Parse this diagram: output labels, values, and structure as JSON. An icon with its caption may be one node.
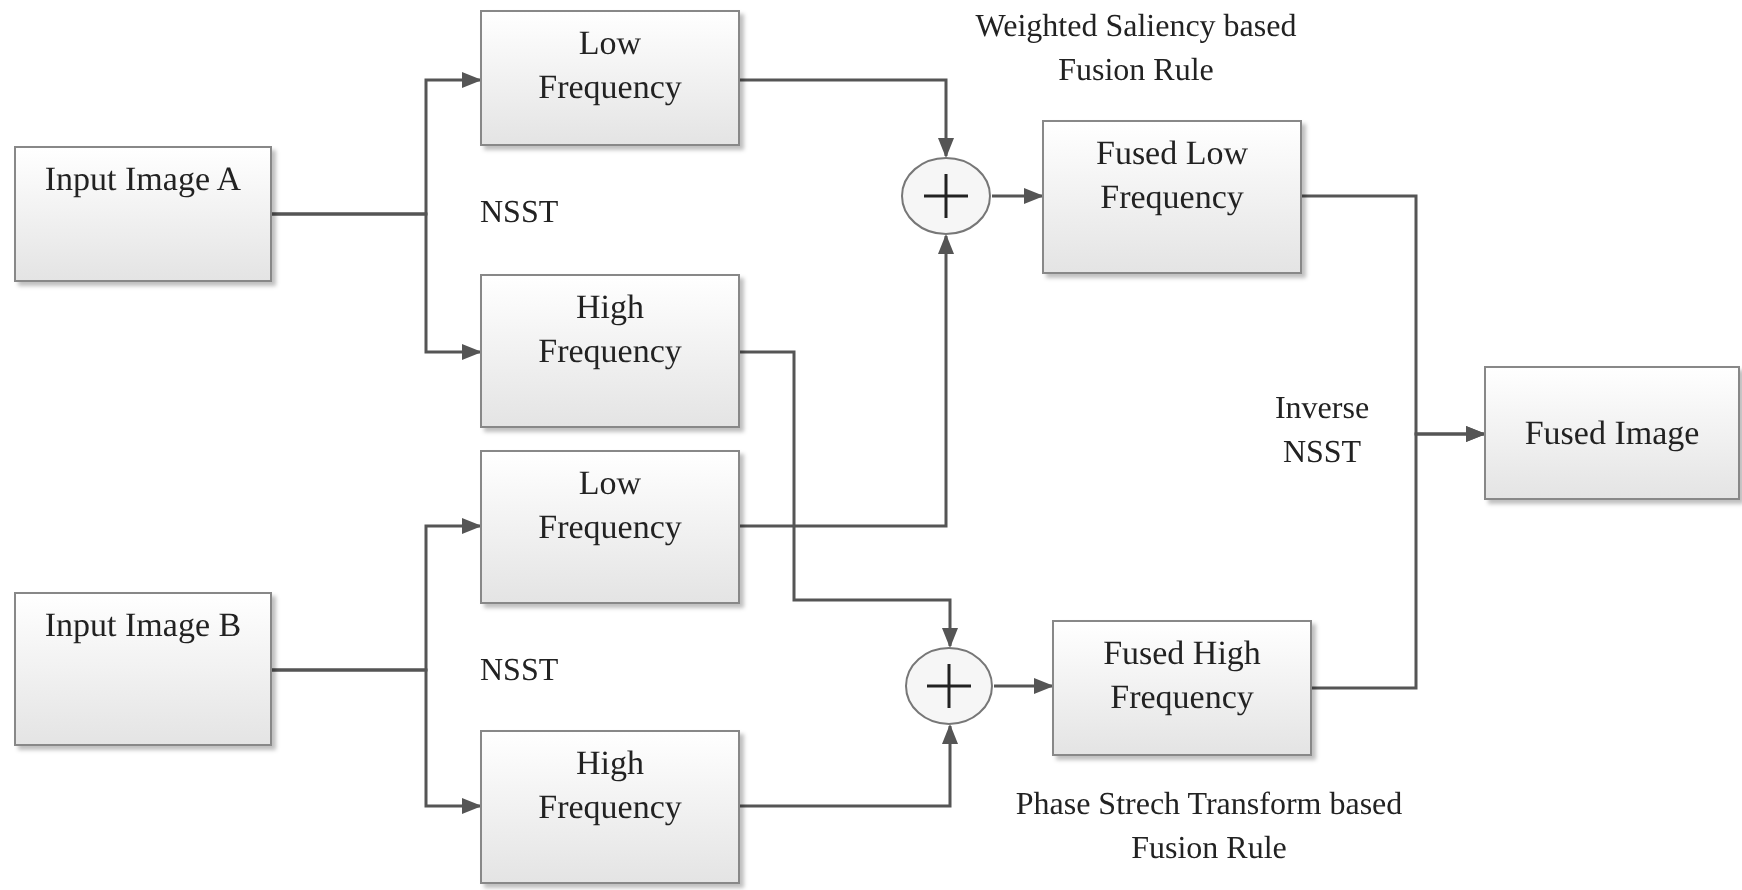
{
  "diagram": {
    "nodes": [
      {
        "text": [
          "Input Image A"
        ]
      },
      {
        "text": [
          "Low Frequency"
        ]
      },
      {
        "text": [
          "High Frequency"
        ]
      },
      {
        "text": [
          "Input Image B"
        ]
      },
      {
        "text": [
          "Low Frequency"
        ]
      },
      {
        "text": [
          "High Frequency"
        ]
      },
      {
        "text": [],
        "shape": "circle"
      },
      {
        "text": [
          "Fused Low Frequency"
        ]
      },
      {
        "text": [],
        "shape": "circle"
      },
      {
        "text": [
          "Fused High Frequency"
        ]
      },
      {
        "text": [
          "Fused Image"
        ]
      }
    ],
    "edges": [
      {
        "from": 0,
        "to": 1,
        "arrow": "to"
      },
      {
        "from": 0,
        "to": 2,
        "arrow": "to"
      },
      {
        "from": 3,
        "to": 4,
        "arrow": "to"
      },
      {
        "from": 3,
        "to": 5,
        "arrow": "to"
      },
      {
        "from": 1,
        "to": 6,
        "arrow": "to"
      },
      {
        "from": 4,
        "to": 6,
        "arrow": "to"
      },
      {
        "from": 2,
        "to": 8,
        "arrow": "to"
      },
      {
        "from": 5,
        "to": 8,
        "arrow": "to"
      },
      {
        "from": 6,
        "to": 7,
        "arrow": "to"
      },
      {
        "from": 8,
        "to": 9,
        "arrow": "to"
      },
      {
        "from": 7,
        "to": 10,
        "arrow": "to"
      },
      {
        "from": 9,
        "to": 10,
        "arrow": "to"
      }
    ],
    "labels": [
      "Weighted Saliency based Fusion Rule",
      "NSST",
      "Inverse NSST",
      "NSST",
      "Phase Strech Transform based Fusion Rule"
    ]
  }
}
